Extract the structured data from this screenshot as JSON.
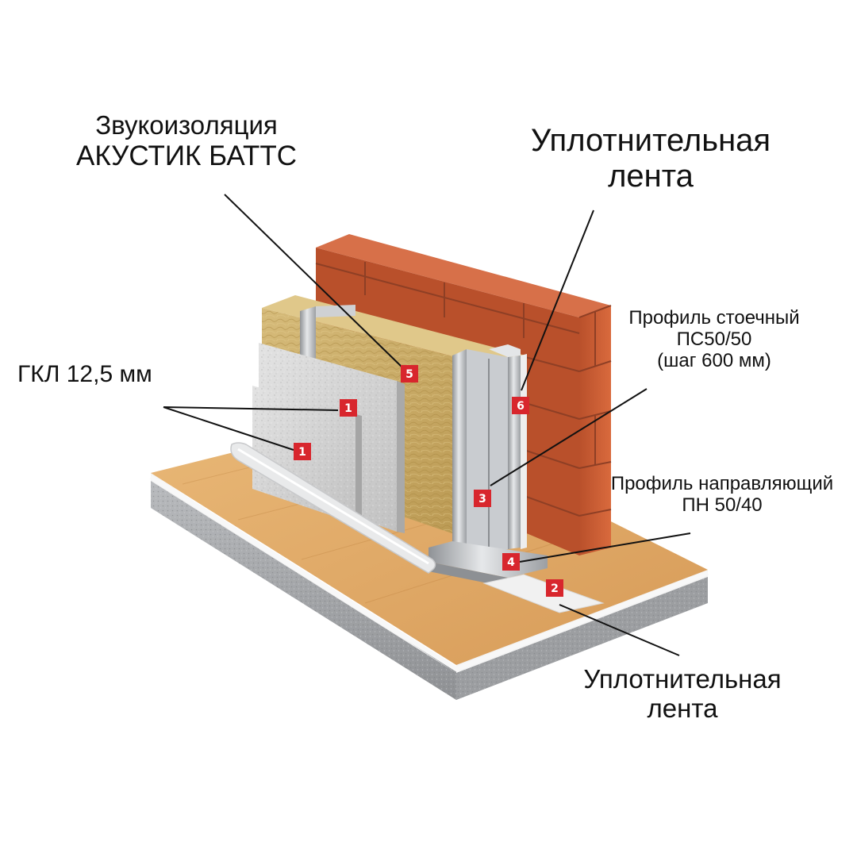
{
  "labels": {
    "insulation_line1": "Звукоизоляция",
    "insulation_line2": "АКУСТИК БАТТС",
    "seal_top_line1": "Уплотнительная",
    "seal_top_line2": "лента",
    "gkl": "ГКЛ 12,5 мм",
    "stud_line1": "Профиль стоечный",
    "stud_line2": "ПС50/50",
    "stud_line3": "(шаг 600 мм)",
    "track_line1": "Профиль направляющий",
    "track_line2": "ПН 50/40",
    "seal_bottom_line1": "Уплотнительная",
    "seal_bottom_line2": "лента"
  },
  "markers": {
    "m1a": "1",
    "m1b": "1",
    "m2": "2",
    "m3": "3",
    "m4": "4",
    "m5": "5",
    "m6": "6"
  },
  "colors": {
    "brick": "#c65a33",
    "mortar": "#8e3f25",
    "insulation": "#c7a865",
    "gypsum": "#d4d4d4",
    "metal": "#b9bcc0",
    "floor_wood": "#e0a764",
    "slab": "#a8aaad",
    "marker": "#d8262d"
  }
}
